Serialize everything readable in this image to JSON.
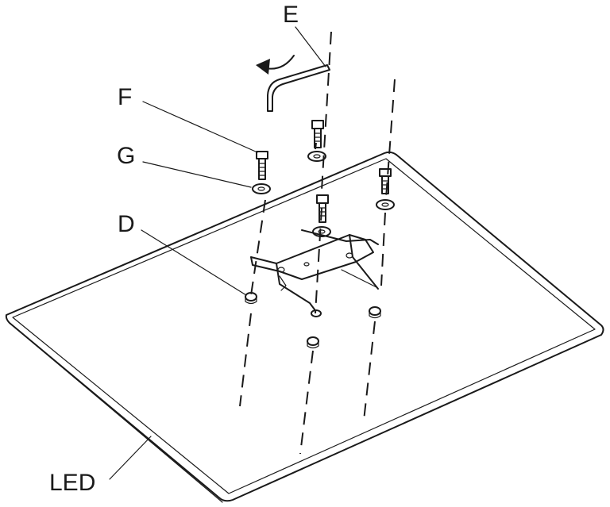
{
  "labels": {
    "e": "E",
    "f": "F",
    "g": "G",
    "d": "D",
    "led": "LED"
  },
  "icons": {
    "rotation": "curved-arrow-icon"
  }
}
